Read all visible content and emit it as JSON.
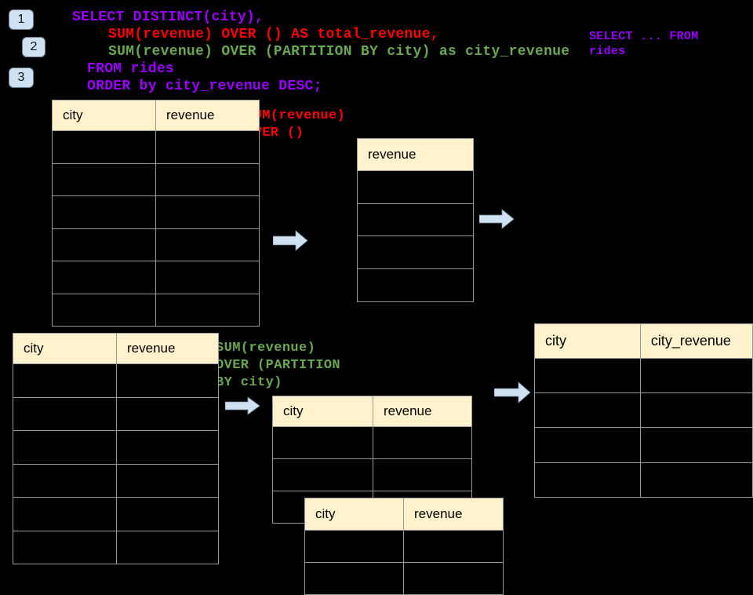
{
  "colors": {
    "background": "#000000",
    "sql_purple": "#9900ff",
    "sql_red": "#ff0000",
    "sql_green": "#6aa84f",
    "table_header_bg": "#fff2cc",
    "table_border": "#999999",
    "arrow_fill": "#cfe2f3",
    "badge_bg": "#cfe2f3"
  },
  "badges": [
    {
      "label": "1"
    },
    {
      "label": "2"
    },
    {
      "label": "3"
    }
  ],
  "sql": {
    "lines": [
      {
        "text": "SELECT DISTINCT(city),",
        "clause": "select"
      },
      {
        "text": "SUM(revenue) OVER () AS total_revenue,",
        "clause": "window-total"
      },
      {
        "text": "SUM(revenue) OVER (PARTITION BY city) as city_revenue",
        "clause": "window-partition"
      },
      {
        "text": "FROM rides",
        "clause": "from"
      },
      {
        "text": "ORDER by city_revenue DESC;",
        "clause": "order-by"
      }
    ]
  },
  "annotations": {
    "query_shorthand": {
      "lines": [
        "SELECT ... FROM",
        "rides"
      ]
    },
    "total_revenue_note": {
      "lines": [
        "SUM(revenue)",
        "OVER ()"
      ]
    },
    "partition_note": {
      "lines": [
        "SUM(revenue)",
        "OVER (PARTITION",
        "BY city)"
      ]
    }
  },
  "tables": {
    "source_rides_top": {
      "columns": [
        "city",
        "revenue"
      ],
      "rows": 6
    },
    "total_revenue_result": {
      "columns": [
        "revenue"
      ],
      "rows": 4
    },
    "city_revenue_result": {
      "columns": [
        "city",
        "city_revenue"
      ],
      "rows": 4
    },
    "source_rides_bottom": {
      "columns": [
        "city",
        "revenue"
      ],
      "rows": 6
    },
    "partition_front": {
      "columns": [
        "city",
        "revenue"
      ],
      "rows": 3
    },
    "partition_back": {
      "columns": [
        "city",
        "revenue"
      ],
      "rows": 2
    }
  }
}
